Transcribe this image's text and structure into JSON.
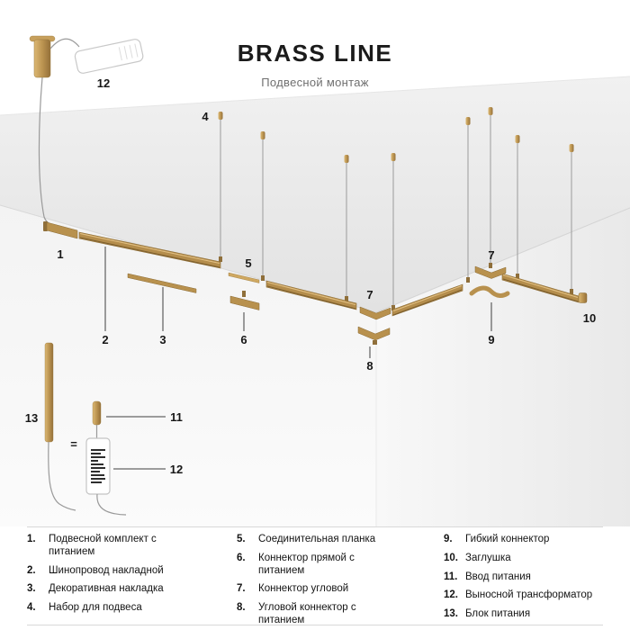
{
  "header": {
    "title": "BRASS LINE",
    "subtitle": "Подвесной монтаж"
  },
  "colors": {
    "brass": "#b8914e",
    "ceiling": "#e6e6e6",
    "text": "#141414"
  },
  "diagram": {
    "callouts": {
      "transformer_main": "12",
      "suspension_kit": "4",
      "power_feed": "1",
      "track": "2",
      "cover": "3",
      "plate": "5",
      "straight_connector": "6",
      "corner_a": "7",
      "corner_power": "8",
      "corner_b": "7",
      "flex": "9",
      "end_cap": "10",
      "psu": "13",
      "equals": "=",
      "power_input": "11",
      "transformer_small": "12"
    }
  },
  "legend": {
    "columns": [
      {
        "items": [
          {
            "num": "1.",
            "label": "Подвесной комплект с питанием"
          },
          {
            "num": "2.",
            "label": "Шинопровод накладной"
          },
          {
            "num": "3.",
            "label": "Декоративная накладка"
          },
          {
            "num": "4.",
            "label": "Набор для подвеса"
          }
        ]
      },
      {
        "items": [
          {
            "num": "5.",
            "label": "Соединительная планка"
          },
          {
            "num": "6.",
            "label": "Коннектор прямой с питанием"
          },
          {
            "num": "7.",
            "label": "Коннектор угловой"
          },
          {
            "num": "8.",
            "label": "Угловой коннектор с питанием"
          }
        ]
      },
      {
        "items": [
          {
            "num": "9.",
            "label": "Гибкий коннектор"
          },
          {
            "num": "10.",
            "label": "Заглушка"
          },
          {
            "num": "11.",
            "label": "Ввод питания"
          },
          {
            "num": "12.",
            "label": "Выносной трансформатор"
          },
          {
            "num": "13.",
            "label": "Блок питания"
          }
        ]
      }
    ]
  }
}
